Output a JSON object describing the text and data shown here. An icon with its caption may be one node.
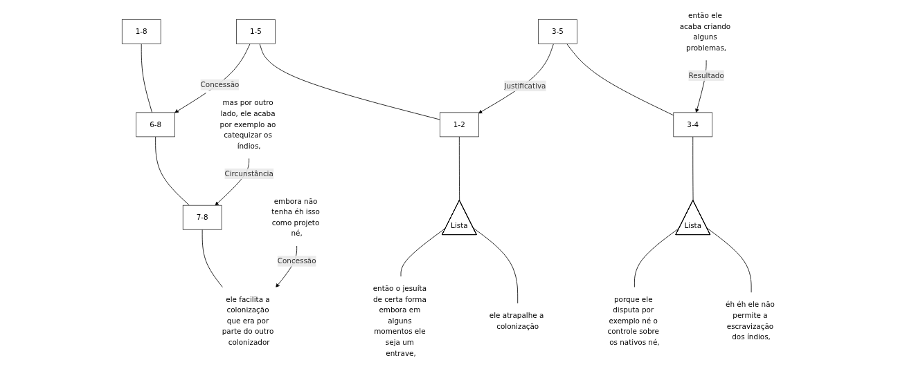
{
  "diagram": {
    "nodes": [
      {
        "text": [
          "1-8"
        ]
      },
      {
        "text": [
          "1-5"
        ]
      },
      {
        "text": [
          "6-8"
        ]
      },
      {
        "text": [
          "1-2"
        ]
      },
      {
        "text": [
          "3-5"
        ]
      },
      {
        "text": [
          "mas por outro lado, ele acaba por exemplo ao catequizar os índios,"
        ]
      },
      {
        "text": [
          "7-8"
        ]
      },
      {
        "text": [
          "Lista"
        ]
      },
      {
        "text": [
          "então o jesuíta de certa forma embora em alguns momentos ele seja um entrave,"
        ]
      },
      {
        "text": [
          "ele atrapalhe a colonização"
        ]
      },
      {
        "text": [
          "3-4"
        ]
      },
      {
        "text": [
          "então ele acaba criando alguns problemas,"
        ]
      },
      {
        "text": [
          "ele facilita a colonização que era por parte do outro colonizador"
        ]
      },
      {
        "text": [
          "embora não tenha éh isso como projeto né,"
        ]
      },
      {
        "text": [
          "Lista"
        ]
      },
      {
        "text": [
          "porque ele disputa por exemplo né o controle sobre os nativos né,"
        ]
      },
      {
        "text": [
          "éh éh ele não permite a escravização dos índios,"
        ]
      }
    ],
    "edges": [
      {
        "from": 0,
        "to": 2,
        "arrow": "none"
      },
      {
        "from": 1,
        "to": 2,
        "arrow": "to",
        "label": "Concessão"
      },
      {
        "from": 1,
        "to": 3,
        "arrow": "none"
      },
      {
        "from": 4,
        "to": 3,
        "arrow": "to",
        "label": "Justificativa"
      },
      {
        "from": 2,
        "to": 6,
        "arrow": "none"
      },
      {
        "from": 5,
        "to": 6,
        "arrow": "to",
        "label": "Circunstância"
      },
      {
        "from": 3,
        "to": 7,
        "arrow": "none"
      },
      {
        "from": 7,
        "to": 8,
        "arrow": "none"
      },
      {
        "from": 7,
        "to": 9,
        "arrow": "none"
      },
      {
        "from": 4,
        "to": 10,
        "arrow": "none"
      },
      {
        "from": 11,
        "to": 10,
        "arrow": "to",
        "label": "Resultado"
      },
      {
        "from": 6,
        "to": 12,
        "arrow": "none"
      },
      {
        "from": 13,
        "to": 12,
        "arrow": "to",
        "label": "Concessão"
      },
      {
        "from": 10,
        "to": 14,
        "arrow": "none"
      },
      {
        "from": 14,
        "to": 15,
        "arrow": "none"
      },
      {
        "from": 14,
        "to": 16,
        "arrow": "none"
      }
    ]
  }
}
